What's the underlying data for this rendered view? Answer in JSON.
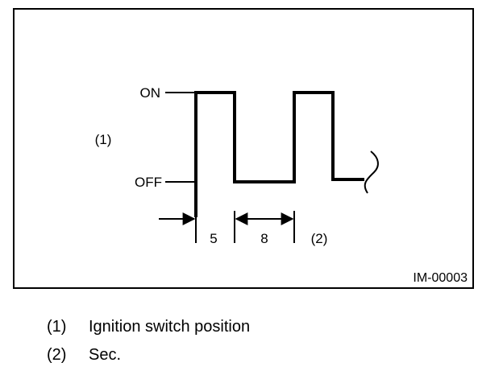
{
  "diagram": {
    "frame_color": "#000000",
    "line_color": "#000000",
    "labels": {
      "on": "ON",
      "off": "OFF",
      "signal_ref": "(1)",
      "interval_1": "5",
      "interval_2": "8",
      "time_ref": "(2)",
      "figure_id": "IM-00003"
    }
  },
  "legend": [
    {
      "num": "(1)",
      "text": "Ignition switch position"
    },
    {
      "num": "(2)",
      "text": "Sec."
    }
  ]
}
